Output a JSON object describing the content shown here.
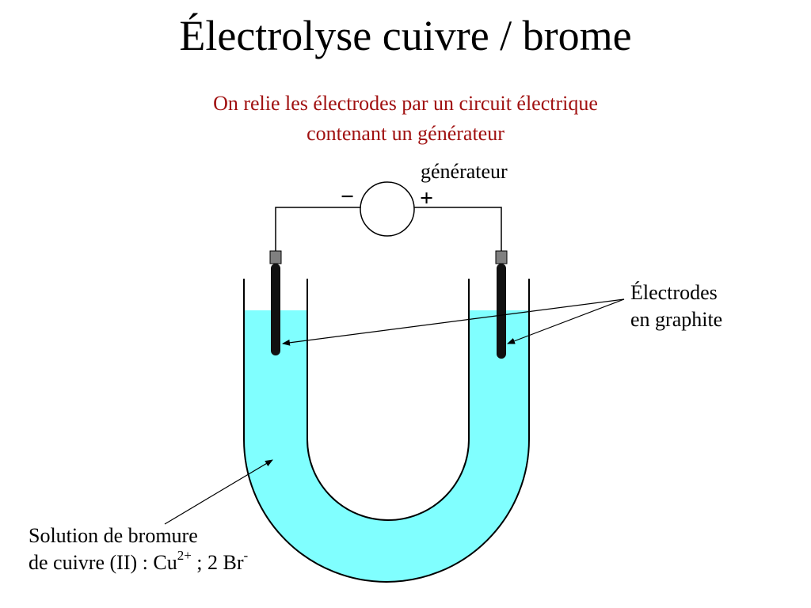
{
  "title": "Électrolyse cuivre / brome",
  "subtitle": {
    "line1": "On relie les électrodes par un circuit électrique",
    "line2": "contenant un générateur"
  },
  "generator": {
    "label": "générateur",
    "minus": "−",
    "plus": "+"
  },
  "electrodes": {
    "line1": "Électrodes",
    "line2": "en graphite"
  },
  "solution": {
    "line1": "Solution de bromure",
    "line2_prefix": "de cuivre (II)  : Cu",
    "cation_charge": "2+",
    "line2_middle": " ; 2 Br",
    "anion_charge": "-"
  },
  "colors": {
    "subtitle": "#a01010",
    "solution": "#80ffff",
    "electrode": "#111111",
    "electrode_cap": "#808080"
  }
}
